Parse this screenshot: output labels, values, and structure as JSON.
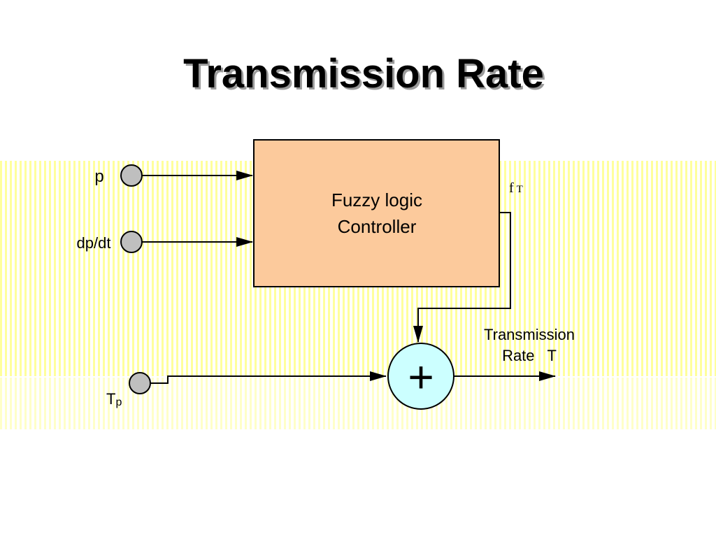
{
  "title": "Transmission Rate",
  "colors": {
    "band_stripe": "#ffff9c",
    "controller_fill": "#fcca9c",
    "summer_fill": "#ccffff",
    "input_node_fill": "#bfbfbf"
  },
  "inputs": {
    "p": "p",
    "dpdt": "dp/dt",
    "tp_main": "T",
    "tp_sub": "p"
  },
  "controller": {
    "line1": "Fuzzy logic",
    "line2": "Controller"
  },
  "ft": {
    "main": "f",
    "sub": "T"
  },
  "summer": {
    "symbol": "+"
  },
  "output": {
    "line1": "Transmission",
    "line2": "Rate   T"
  }
}
